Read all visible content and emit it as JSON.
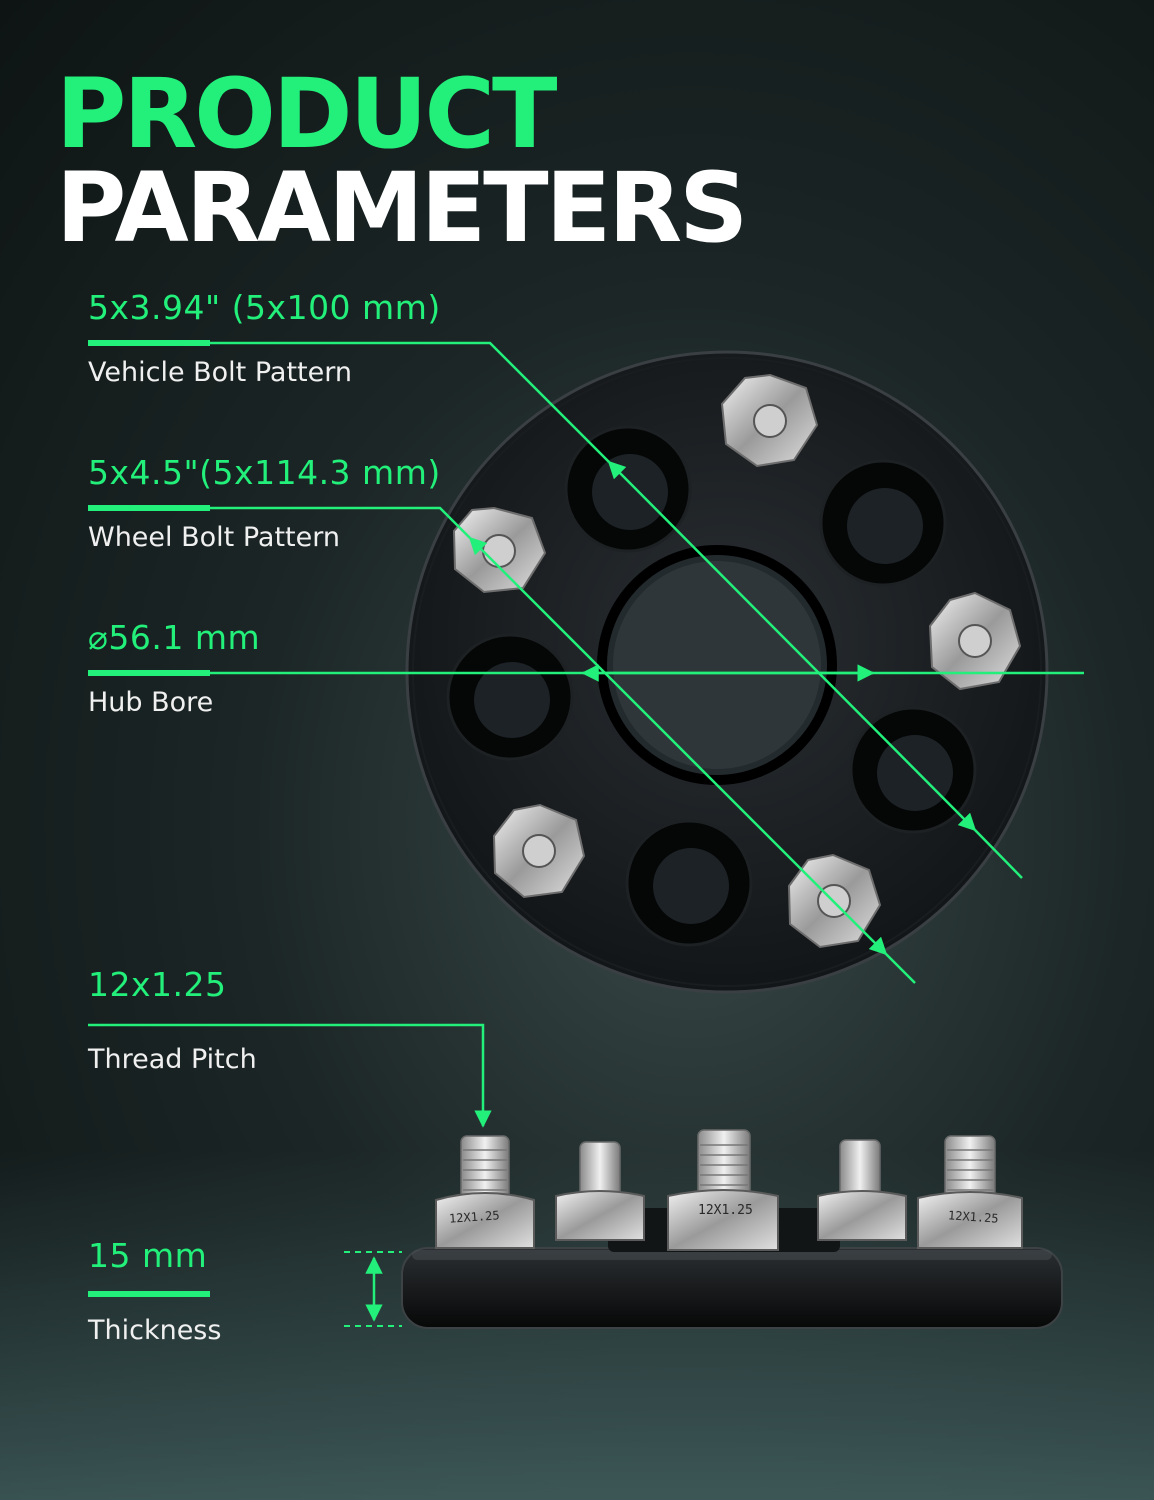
{
  "title": {
    "line1": "PRODUCT",
    "line2": "PARAMETERS"
  },
  "specs": [
    {
      "value": "5x3.94\" (5x100 mm)",
      "label": "Vehicle Bolt Pattern"
    },
    {
      "value": "5x4.5\"(5x114.3 mm)",
      "label": "Wheel Bolt Pattern"
    },
    {
      "value": "⌀56.1 mm",
      "label": "Hub Bore"
    },
    {
      "value": "12x1.25",
      "label": "Thread Pitch"
    },
    {
      "value": "15 mm",
      "label": "Thickness"
    }
  ],
  "stud_markings": [
    "12X1.25",
    "12X1.25",
    "12X1.25"
  ],
  "colors": {
    "accent": "#22f07a",
    "spacer": "#0d0f10",
    "text": "#ffffff"
  }
}
